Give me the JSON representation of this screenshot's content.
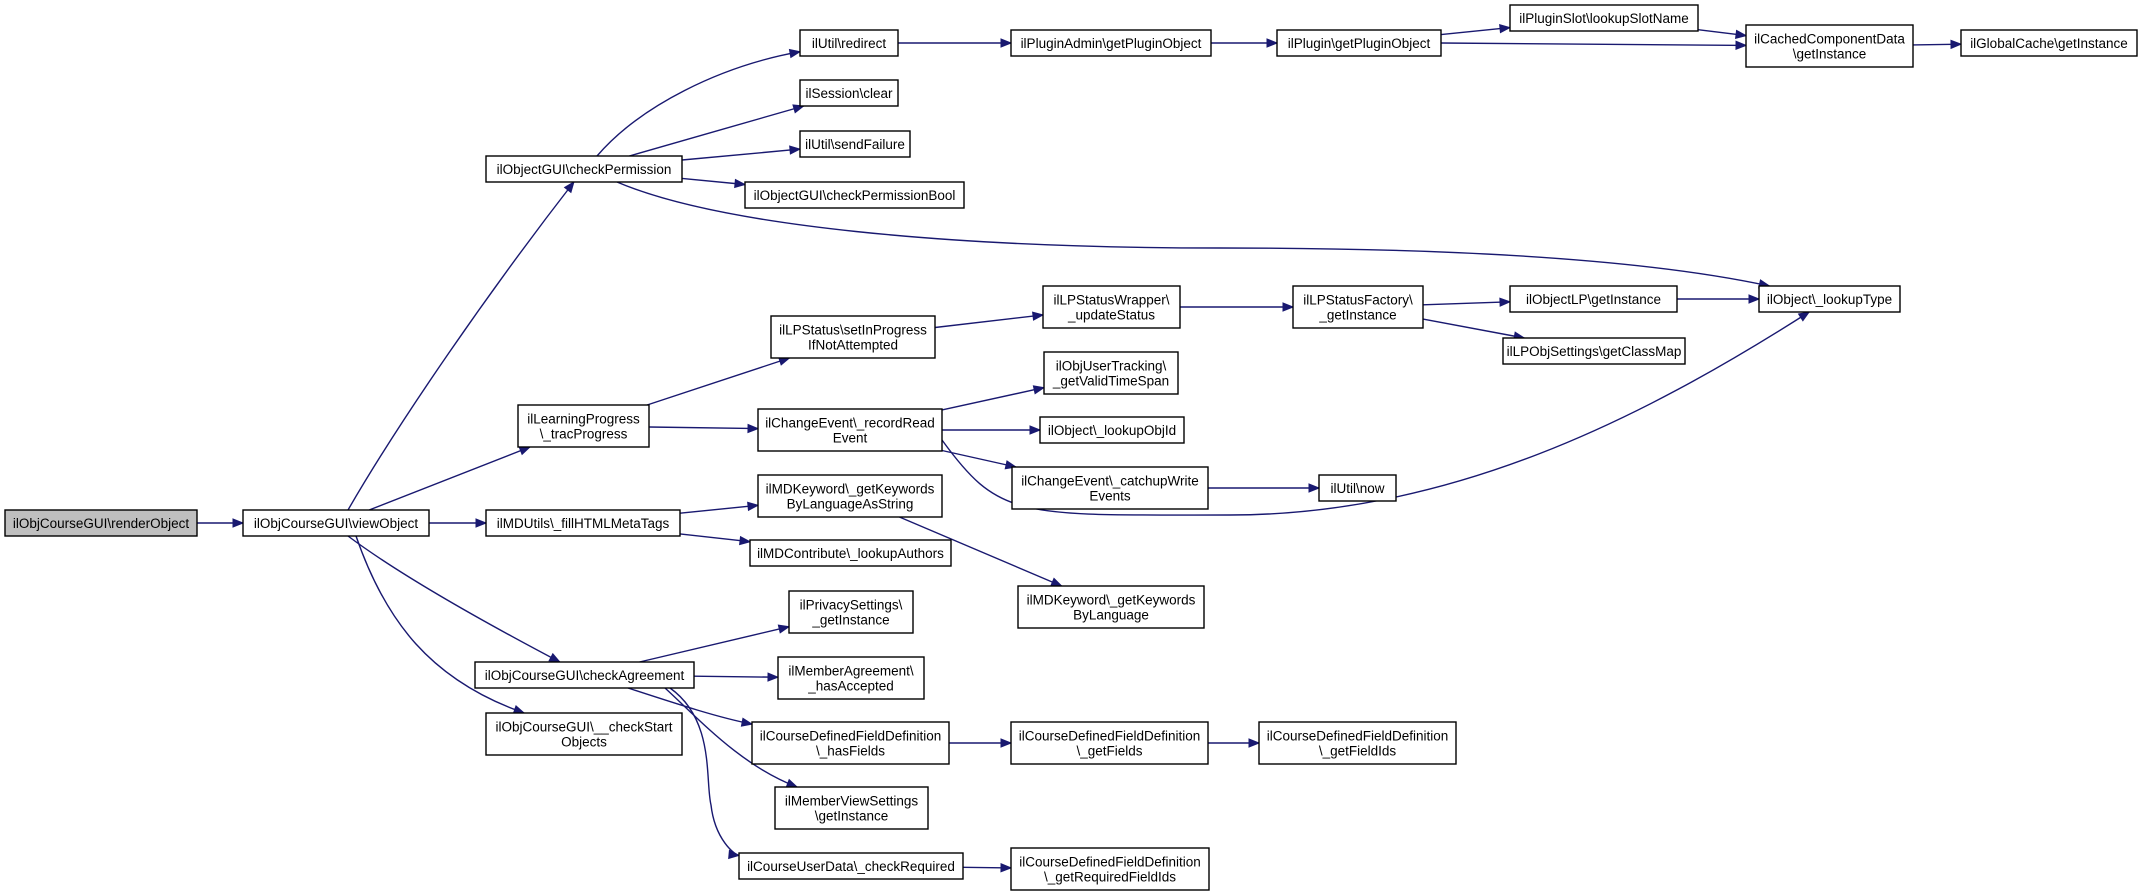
{
  "nodes": [
    {
      "id": "renderObject",
      "lines": [
        "ilObjCourseGUI\\renderObject"
      ],
      "root": true
    },
    {
      "id": "viewObject",
      "lines": [
        "ilObjCourseGUI\\viewObject"
      ]
    },
    {
      "id": "checkPermission",
      "lines": [
        "ilObjectGUI\\checkPermission"
      ]
    },
    {
      "id": "trackProgress",
      "lines": [
        "ilLearningProgress",
        "\\_tracProgress"
      ]
    },
    {
      "id": "fillHTMLMetaTags",
      "lines": [
        "ilMDUtils\\_fillHTMLMetaTags"
      ]
    },
    {
      "id": "checkAgreement",
      "lines": [
        "ilObjCourseGUI\\checkAgreement"
      ]
    },
    {
      "id": "checkStartObjects",
      "lines": [
        "ilObjCourseGUI\\__checkStart",
        "Objects"
      ]
    },
    {
      "id": "redirect",
      "lines": [
        "ilUtil\\redirect"
      ]
    },
    {
      "id": "sessionClear",
      "lines": [
        "ilSession\\clear"
      ]
    },
    {
      "id": "sendFailure",
      "lines": [
        "ilUtil\\sendFailure"
      ]
    },
    {
      "id": "checkPermissionBool",
      "lines": [
        "ilObjectGUI\\checkPermissionBool"
      ]
    },
    {
      "id": "pluginAdminGetObj",
      "lines": [
        "ilPluginAdmin\\getPluginObject"
      ]
    },
    {
      "id": "pluginGetObj",
      "lines": [
        "ilPlugin\\getPluginObject"
      ]
    },
    {
      "id": "lookupSlotName",
      "lines": [
        "ilPluginSlot\\lookupSlotName"
      ]
    },
    {
      "id": "cachedComponent",
      "lines": [
        "ilCachedComponentData",
        "\\getInstance"
      ]
    },
    {
      "id": "globalCache",
      "lines": [
        "ilGlobalCache\\getInstance"
      ]
    },
    {
      "id": "lookupType",
      "lines": [
        "ilObject\\_lookupType"
      ]
    },
    {
      "id": "setInProgress",
      "lines": [
        "ilLPStatus\\setInProgress",
        "IfNotAttempted"
      ]
    },
    {
      "id": "recordRead",
      "lines": [
        "ilChangeEvent\\_recordRead",
        "Event"
      ]
    },
    {
      "id": "lpStatusWrapper",
      "lines": [
        "ilLPStatusWrapper\\",
        "_updateStatus"
      ]
    },
    {
      "id": "lpStatusFactory",
      "lines": [
        "ilLPStatusFactory\\",
        "_getInstance"
      ]
    },
    {
      "id": "objectLP",
      "lines": [
        "ilObjectLP\\getInstance"
      ]
    },
    {
      "id": "getClassMap",
      "lines": [
        "ilLPObjSettings\\getClassMap"
      ]
    },
    {
      "id": "validTimeSpan",
      "lines": [
        "ilObjUserTracking\\",
        "_getValidTimeSpan"
      ]
    },
    {
      "id": "lookupObjId",
      "lines": [
        "ilObject\\_lookupObjId"
      ]
    },
    {
      "id": "catchupWrite",
      "lines": [
        "ilChangeEvent\\_catchupWrite",
        "Events"
      ]
    },
    {
      "id": "utilNow",
      "lines": [
        "ilUtil\\now"
      ]
    },
    {
      "id": "getKeywordsStr",
      "lines": [
        "ilMDKeyword\\_getKeywords",
        "ByLanguageAsString"
      ]
    },
    {
      "id": "lookupAuthors",
      "lines": [
        "ilMDContribute\\_lookupAuthors"
      ]
    },
    {
      "id": "getKeywordsByLang",
      "lines": [
        "ilMDKeyword\\_getKeywords",
        "ByLanguage"
      ]
    },
    {
      "id": "privacySettings",
      "lines": [
        "ilPrivacySettings\\",
        "_getInstance"
      ]
    },
    {
      "id": "hasAccepted",
      "lines": [
        "ilMemberAgreement\\",
        "_hasAccepted"
      ]
    },
    {
      "id": "cdfHasFields",
      "lines": [
        "ilCourseDefinedFieldDefinition",
        "\\_hasFields"
      ]
    },
    {
      "id": "cdfGetFields",
      "lines": [
        "ilCourseDefinedFieldDefinition",
        "\\_getFields"
      ]
    },
    {
      "id": "cdfGetFieldIds",
      "lines": [
        "ilCourseDefinedFieldDefinition",
        "\\_getFieldIds"
      ]
    },
    {
      "id": "memberViewSettings",
      "lines": [
        "ilMemberViewSettings",
        "\\getInstance"
      ]
    },
    {
      "id": "checkRequired",
      "lines": [
        "ilCourseUserData\\_checkRequired"
      ]
    },
    {
      "id": "cdfRequiredIds",
      "lines": [
        "ilCourseDefinedFieldDefinition",
        "\\_getRequiredFieldIds"
      ]
    }
  ],
  "edges": [
    [
      "renderObject",
      "viewObject"
    ],
    [
      "viewObject",
      "checkPermission"
    ],
    [
      "viewObject",
      "trackProgress"
    ],
    [
      "viewObject",
      "fillHTMLMetaTags"
    ],
    [
      "viewObject",
      "checkAgreement"
    ],
    [
      "viewObject",
      "checkStartObjects"
    ],
    [
      "checkPermission",
      "redirect"
    ],
    [
      "checkPermission",
      "sessionClear"
    ],
    [
      "checkPermission",
      "sendFailure"
    ],
    [
      "checkPermission",
      "checkPermissionBool"
    ],
    [
      "checkPermission",
      "lookupType"
    ],
    [
      "redirect",
      "pluginAdminGetObj"
    ],
    [
      "pluginAdminGetObj",
      "pluginGetObj"
    ],
    [
      "pluginGetObj",
      "lookupSlotName"
    ],
    [
      "pluginGetObj",
      "cachedComponent"
    ],
    [
      "lookupSlotName",
      "cachedComponent"
    ],
    [
      "cachedComponent",
      "globalCache"
    ],
    [
      "trackProgress",
      "setInProgress"
    ],
    [
      "trackProgress",
      "recordRead"
    ],
    [
      "setInProgress",
      "lpStatusWrapper"
    ],
    [
      "lpStatusWrapper",
      "lpStatusFactory"
    ],
    [
      "lpStatusFactory",
      "objectLP"
    ],
    [
      "lpStatusFactory",
      "getClassMap"
    ],
    [
      "objectLP",
      "lookupType"
    ],
    [
      "recordRead",
      "validTimeSpan"
    ],
    [
      "recordRead",
      "lookupObjId"
    ],
    [
      "recordRead",
      "catchupWrite"
    ],
    [
      "recordRead",
      "lookupType"
    ],
    [
      "catchupWrite",
      "utilNow"
    ],
    [
      "fillHTMLMetaTags",
      "getKeywordsStr"
    ],
    [
      "fillHTMLMetaTags",
      "lookupAuthors"
    ],
    [
      "getKeywordsStr",
      "getKeywordsByLang"
    ],
    [
      "checkAgreement",
      "privacySettings"
    ],
    [
      "checkAgreement",
      "hasAccepted"
    ],
    [
      "checkAgreement",
      "cdfHasFields"
    ],
    [
      "checkAgreement",
      "memberViewSettings"
    ],
    [
      "checkAgreement",
      "checkRequired"
    ],
    [
      "cdfHasFields",
      "cdfGetFields"
    ],
    [
      "cdfGetFields",
      "cdfGetFieldIds"
    ],
    [
      "checkRequired",
      "cdfRequiredIds"
    ]
  ]
}
